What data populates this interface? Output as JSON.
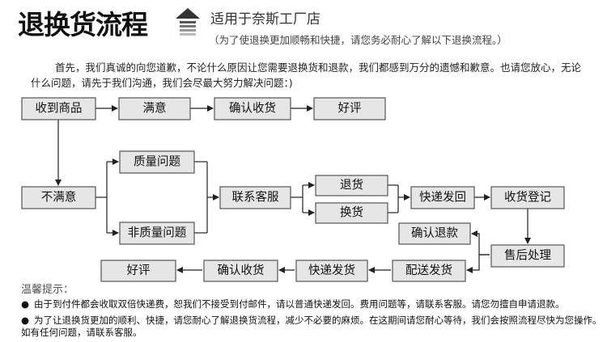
{
  "header": {
    "title": "退换货流程",
    "subtitle": "适用于奈斯工厂店",
    "note": "（为了使退换更加顺畅和快捷，请您务必耐心了解以下退换流程。）"
  },
  "intro": "首先，我们真诚的向您道歉，不论什么原因让您需要退换货和退款，我们都感到万分的遗憾和歉意。也请您放心，无论什么问题，请先于我们沟通，我们会尽最大努力解决问题：)",
  "flow": {
    "n1": "收到商品",
    "n2": "满意",
    "n3": "确认收货",
    "n4": "好评",
    "n5": "不满意",
    "n6": "质量问题",
    "n7": "非质量问题",
    "n8": "联系客服",
    "n9": "退货",
    "n10": "换货",
    "n11": "快递发回",
    "n12": "收货登记",
    "n13": "确认退款",
    "n14": "售后处理",
    "n15": "配送发货",
    "n16": "快递发货",
    "n17": "确认收货",
    "n18": "好评"
  },
  "tips": {
    "title": "温馨提示：",
    "items": [
      "由于到付件都会收取双倍快递费，恕我们不接受到付邮件，请以普通快递发回。费用问题等，请联系客服。请您勿擅自申请退款。",
      "为了让退换货更加的顺利、快捷，请您耐心了解退换货流程，减少不必要的麻烦。在这期间请您耐心等待，我们会按照流程尽快为您操作。如有任何问题，请联系客服。"
    ]
  },
  "colors": {
    "box_fill": "#e6e6e6",
    "box_border": "#555555",
    "line": "#222222"
  }
}
